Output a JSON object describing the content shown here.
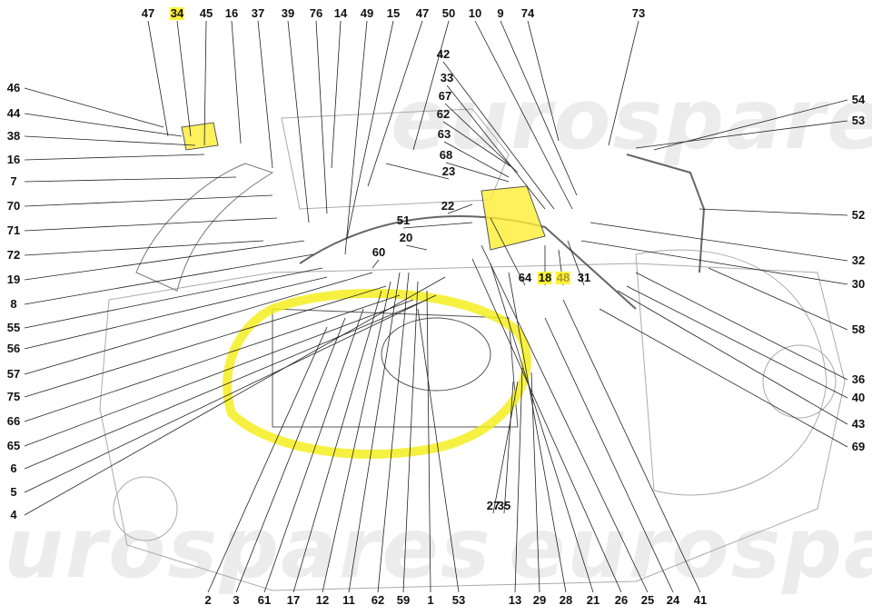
{
  "watermark": "eurospares",
  "highlight_color": "#fff23a",
  "labels": {
    "top": [
      "47",
      "34",
      "45",
      "16",
      "37",
      "39",
      "76",
      "14",
      "49",
      "15",
      "47",
      "50",
      "10",
      "9",
      "74",
      "73"
    ],
    "left": [
      "46",
      "44",
      "38",
      "16",
      "7",
      "70",
      "71",
      "72",
      "19",
      "8",
      "55",
      "56",
      "57",
      "75",
      "66",
      "65",
      "6",
      "5",
      "4"
    ],
    "right": [
      "54",
      "53",
      "52",
      "32",
      "30",
      "58",
      "36",
      "40",
      "43",
      "69"
    ],
    "bottom": [
      "2",
      "3",
      "61",
      "17",
      "12",
      "11",
      "62",
      "59",
      "1",
      "53",
      "13",
      "29",
      "28",
      "21",
      "26",
      "25",
      "24",
      "41"
    ],
    "middle": [
      "42",
      "33",
      "67",
      "62",
      "63",
      "68",
      "23",
      "22",
      "51",
      "20",
      "60",
      "64",
      "18",
      "48",
      "31",
      "27",
      "35"
    ]
  },
  "highlighted_labels": [
    "34",
    "18",
    "48"
  ]
}
